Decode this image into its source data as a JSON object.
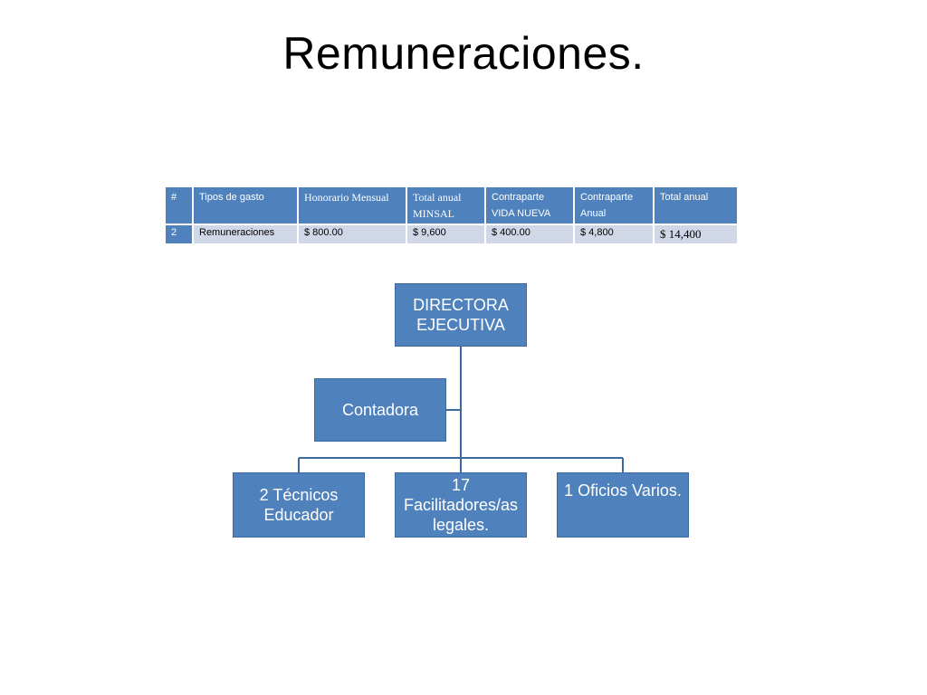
{
  "title": "Remuneraciones.",
  "table": {
    "headers": [
      "#",
      "Tipos de gasto",
      "Honorario Mensual",
      "Total anual MINSAL",
      "Contraparte VIDA NUEVA",
      "Contraparte Anual",
      "Total anual"
    ],
    "rows": [
      [
        "2",
        "Remuneraciones",
        "$ 800.00",
        "$ 9,600",
        "$ 400.00",
        "$ 4,800",
        "$ 14,400"
      ]
    ]
  },
  "org_chart": {
    "root": "DIRECTORA EJECUTIVA",
    "assistant": "Contadora",
    "children": [
      "2 Técnicos Educador",
      "17 Facilitadores/as legales.",
      "1 Oficios Varios."
    ]
  },
  "colors": {
    "box_fill": "#4f81bd",
    "table_row_fill": "#d0d8e8",
    "connector": "#3d6a9e"
  }
}
